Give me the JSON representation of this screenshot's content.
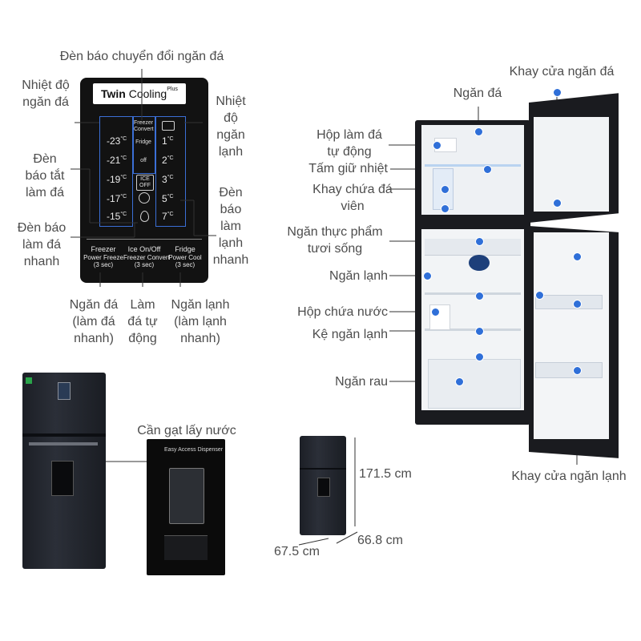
{
  "panel": {
    "brand_a": "Twin",
    "brand_b": "Cooling",
    "brand_plus": "Plus",
    "freezer_temps": [
      "-23",
      "-21",
      "-19",
      "-17",
      "-15"
    ],
    "fridge_temps": [
      "1",
      "2",
      "3",
      "5",
      "7"
    ],
    "unit": "°C",
    "mode_1": "Freezer Convert",
    "mode_2": "Fridge",
    "mode_3": "off",
    "ice_off": "ICE OFF",
    "btn_freezer_title": "Freezer",
    "btn_freezer_sub": "Power Freeze",
    "btn_freezer_time": "(3 sec)",
    "btn_ice_title": "Ice On/Off",
    "btn_ice_sub": "Freezer Convert",
    "btn_ice_time": "(3 sec)",
    "btn_fridge_title": "Fridge",
    "btn_fridge_sub": "Power Cool",
    "btn_fridge_time": "(3 sec)"
  },
  "labels": {
    "convert_indicator": "Đèn báo chuyển đổi ngăn đá",
    "freezer_temp": "Nhiệt độ ngăn đá",
    "fridge_temp": "Nhiệt độ ngăn lạnh",
    "ice_off_light": "Đèn báo tắt làm đá",
    "fast_ice_light": "Đèn báo làm đá nhanh",
    "fast_cool_light": "Đèn báo làm lạnh nhanh",
    "freezer_fast": "Ngăn đá (làm đá nhanh)",
    "auto_ice": "Làm đá tự động",
    "fridge_fast": "Ngăn lạnh (làm lạnh nhanh)",
    "water_lever": "Cần gạt lấy nước",
    "dispenser_title": "Easy Access Dispenser",
    "ice_door_tray": "Khay cửa ngăn đá",
    "freezer": "Ngăn đá",
    "auto_ice_box": "Hộp làm đá tự động",
    "thermal_plate": "Tấm giữ nhiệt",
    "ice_cube_tray": "Khay chứa đá viên",
    "fresh_food": "Ngăn thực phẩm tươi sống",
    "fridge": "Ngăn lạnh",
    "water_box": "Hộp chứa nước",
    "fridge_shelf": "Kệ ngăn lạnh",
    "veg_drawer": "Ngăn rau",
    "fridge_door_tray": "Khay cửa ngăn lạnh",
    "height": "171.5 cm",
    "depth": "66.8 cm",
    "width": "67.5 cm"
  },
  "colors": {
    "accent": "#2f6fd8",
    "panel": "#121212",
    "fridge_body": "#1c1f26"
  }
}
